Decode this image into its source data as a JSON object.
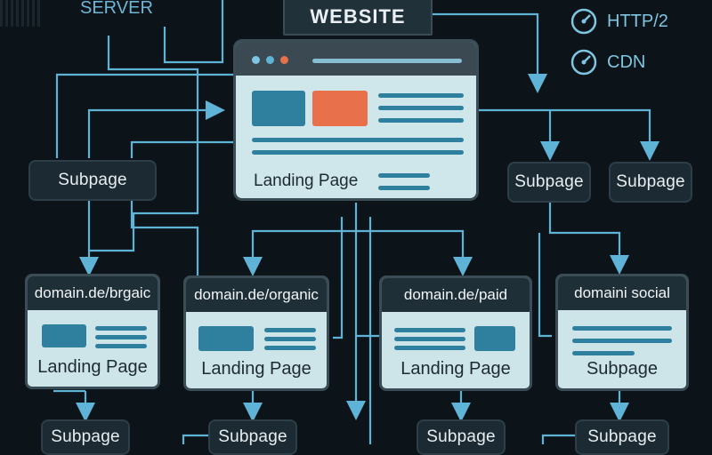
{
  "title": "WEBSITE",
  "server_label": "SERVER",
  "legend": [
    {
      "icon": "gauge-icon",
      "label": "HTTP/2"
    },
    {
      "icon": "gauge-icon",
      "label": "CDN"
    }
  ],
  "main_page": {
    "title": "Landing Page"
  },
  "top_subpages": [
    "Subpage",
    "Subpage",
    "Subpage"
  ],
  "landing_cards": [
    {
      "url": "domain.de/brgaic",
      "title": "Landing Page"
    },
    {
      "url": "domain.de/organic",
      "title": "Landing Page"
    },
    {
      "url": "domain.de/paid",
      "title": "Landing Page"
    },
    {
      "url": "domaini social",
      "title": "Subpage"
    }
  ],
  "bottom_subpages": [
    "Subpage",
    "Subpage",
    "Subpage",
    "Subpage"
  ],
  "colors": {
    "background": "#0d1419",
    "connector": "#5fb3d6",
    "node": "#1b2a33",
    "card": "#cfe7eb",
    "accent_blue": "#2f7f9f",
    "accent_orange": "#e8704a"
  }
}
